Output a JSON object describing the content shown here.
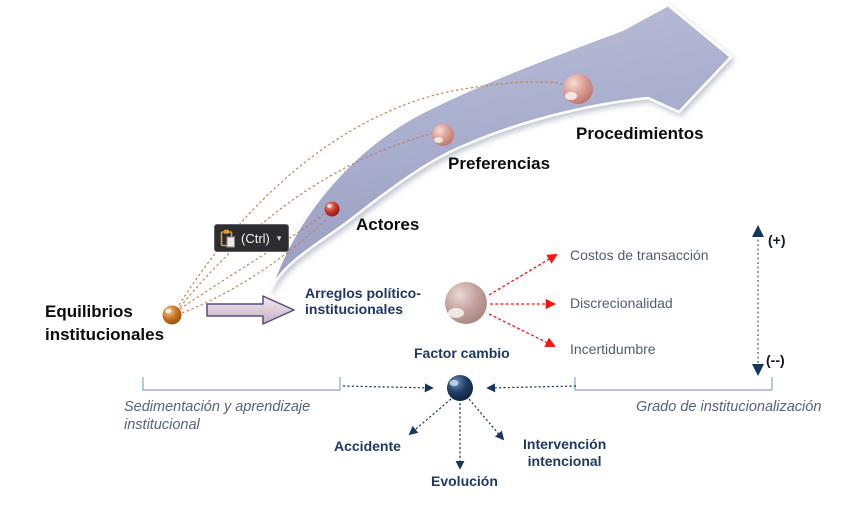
{
  "diagram": {
    "main_nodes": {
      "equilibrios": "Equilibrios\ninstitucionales",
      "arreglos": "Arreglos político-\ninstitucionales",
      "factor_cambio": "Factor cambio"
    },
    "trajectory_labels": {
      "actores": "Actores",
      "preferencias": "Preferencias",
      "procedimientos": "Procedimientos"
    },
    "transaction_effects": [
      "Costos de transacción",
      "Discrecionalidad",
      "Incertidumbre"
    ],
    "change_mechanisms": {
      "accidente": "Accidente",
      "evolucion": "Evolución",
      "intervencion": "Intervención\nintencional"
    },
    "scale": {
      "plus": "(+)",
      "minus": "(--)"
    },
    "brackets": {
      "left": "Sedimentación y aprendizaje\ninstitucional",
      "right": "Grado de institucionalización"
    }
  },
  "paste_popup": {
    "label": "(Ctrl)",
    "dropdown_glyph": "▾"
  },
  "colors": {
    "growth_arrow_fill": "#a8adcd",
    "navy_text": "#1f3864",
    "red_arrow": "#fa1410",
    "bracket_blue": "#95b3d7",
    "dotted_curve": "#bf7d4e",
    "italic_text": "#54637e"
  }
}
